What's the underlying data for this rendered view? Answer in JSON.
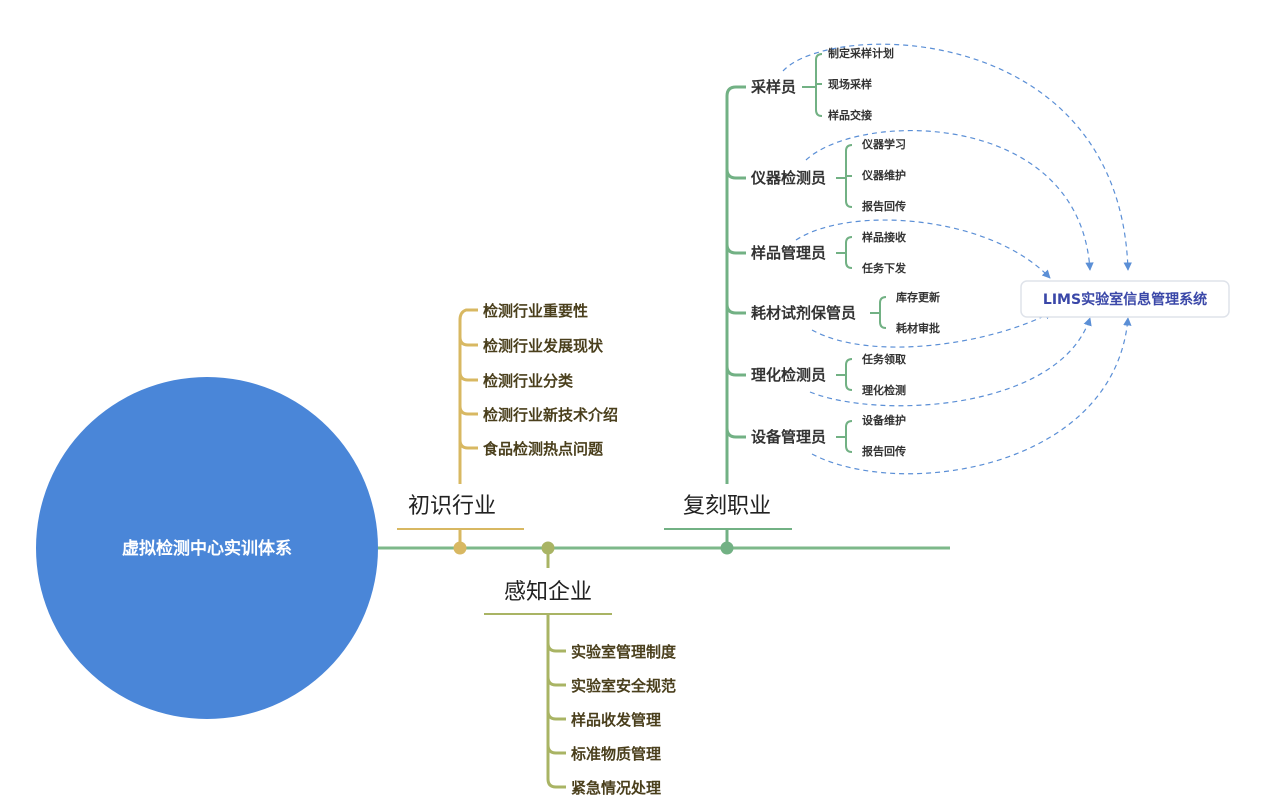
{
  "center": {
    "title": "虚拟检测中心实训体系"
  },
  "branches": {
    "b1": {
      "title": "初识行业",
      "items": [
        "检测行业重要性",
        "检测行业发展现状",
        "检测行业分类",
        "检测行业新技术介绍",
        "食品检测热点问题"
      ]
    },
    "b2": {
      "title": "感知企业",
      "items": [
        "实验室管理制度",
        "实验室安全规范",
        "样品收发管理",
        "标准物质管理",
        "紧急情况处理"
      ]
    },
    "b3": {
      "title": "复刻职业",
      "roles": [
        {
          "name": "采样员",
          "tasks": [
            "制定采样计划",
            "现场采样",
            "样品交接"
          ]
        },
        {
          "name": "仪器检测员",
          "tasks": [
            "仪器学习",
            "仪器维护",
            "报告回传"
          ]
        },
        {
          "name": "样品管理员",
          "tasks": [
            "样品接收",
            "任务下发"
          ]
        },
        {
          "name": "耗材试剂保管员",
          "tasks": [
            "库存更新",
            "耗材审批"
          ]
        },
        {
          "name": "理化检测员",
          "tasks": [
            "任务领取",
            "理化检测"
          ]
        },
        {
          "name": "设备管理员",
          "tasks": [
            "设备维护",
            "报告回传"
          ]
        }
      ]
    }
  },
  "lims": {
    "label": "LIMS实验室信息管理系统"
  },
  "colors": {
    "center_fill": "#4a86d8",
    "spine": "#7db88a",
    "branch1": "#d8b862",
    "branch2": "#a9b464",
    "branch3": "#72b184",
    "dashed": "#5b8fd6",
    "lims_text": "#3a47a8"
  }
}
